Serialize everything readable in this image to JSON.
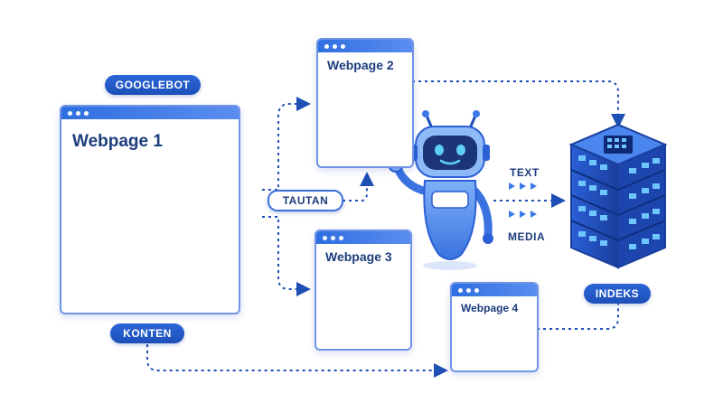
{
  "labels": {
    "googlebot": "GOOGLEBOT",
    "konten": "KONTEN",
    "tautan": "TAUTAN",
    "text": "TEXT",
    "media": "MEDIA",
    "indeks": "INDEKS"
  },
  "pages": {
    "page1": "Webpage 1",
    "page2": "Webpage 2",
    "page3": "Webpage 3",
    "page4": "Webpage 4"
  },
  "colors": {
    "primary": "#1c4fb8",
    "accent": "#3b6fdc",
    "line": "#1e4fb5",
    "text_dark": "#1d3d7d"
  },
  "icons": [
    "magnifier-icon",
    "robot-icon",
    "server-icon",
    "image-icon",
    "video-icon",
    "contact-icon"
  ]
}
